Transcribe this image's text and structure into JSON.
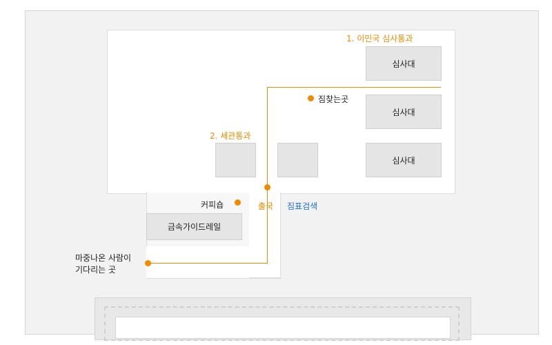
{
  "diagram": {
    "immigration_title": "1. 이민국 심사통과",
    "customs_title": "2. 세관통과",
    "booths": [
      "심사대",
      "심사대",
      "심사대"
    ],
    "baggage_claim": "짐찾는곳",
    "exit": "출국",
    "ticket_check": "짐표검색",
    "coffee_shop": "커피숍",
    "metal_guide_rail": "금속가이드레일",
    "greeting_area_line1": "마중나온 사람이",
    "greeting_area_line2": "기다리는 곳"
  },
  "colors": {
    "accent": "#ef8a00",
    "link": "#1a6fd1",
    "box_fill": "#e5e5e5",
    "background": "#f2f2f2"
  }
}
